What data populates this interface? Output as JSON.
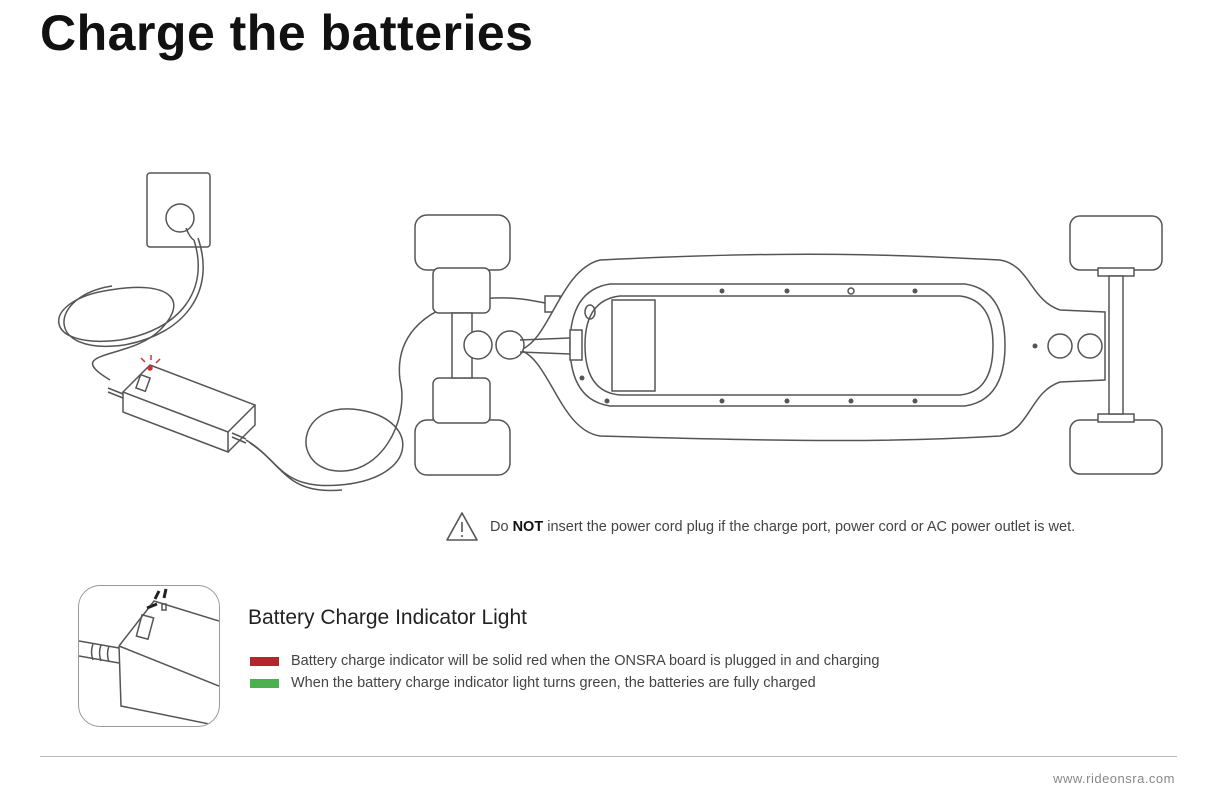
{
  "title": "Charge the batteries",
  "warning": {
    "prefix": "Do",
    "emphasis": "NOT",
    "suffix": "insert the power cord plug if the charge port, power cord or AC power outlet is wet."
  },
  "indicator": {
    "title": "Battery Charge Indicator Light",
    "items": [
      {
        "color": "#b0272d",
        "text": "Battery charge indicator will be solid red when the ONSRA board is plugged in and charging"
      },
      {
        "color": "#4caf50",
        "text": "When the battery charge indicator light turns green, the batteries are fully charged"
      }
    ]
  },
  "footer": {
    "url": "www.rideonsra.com"
  }
}
